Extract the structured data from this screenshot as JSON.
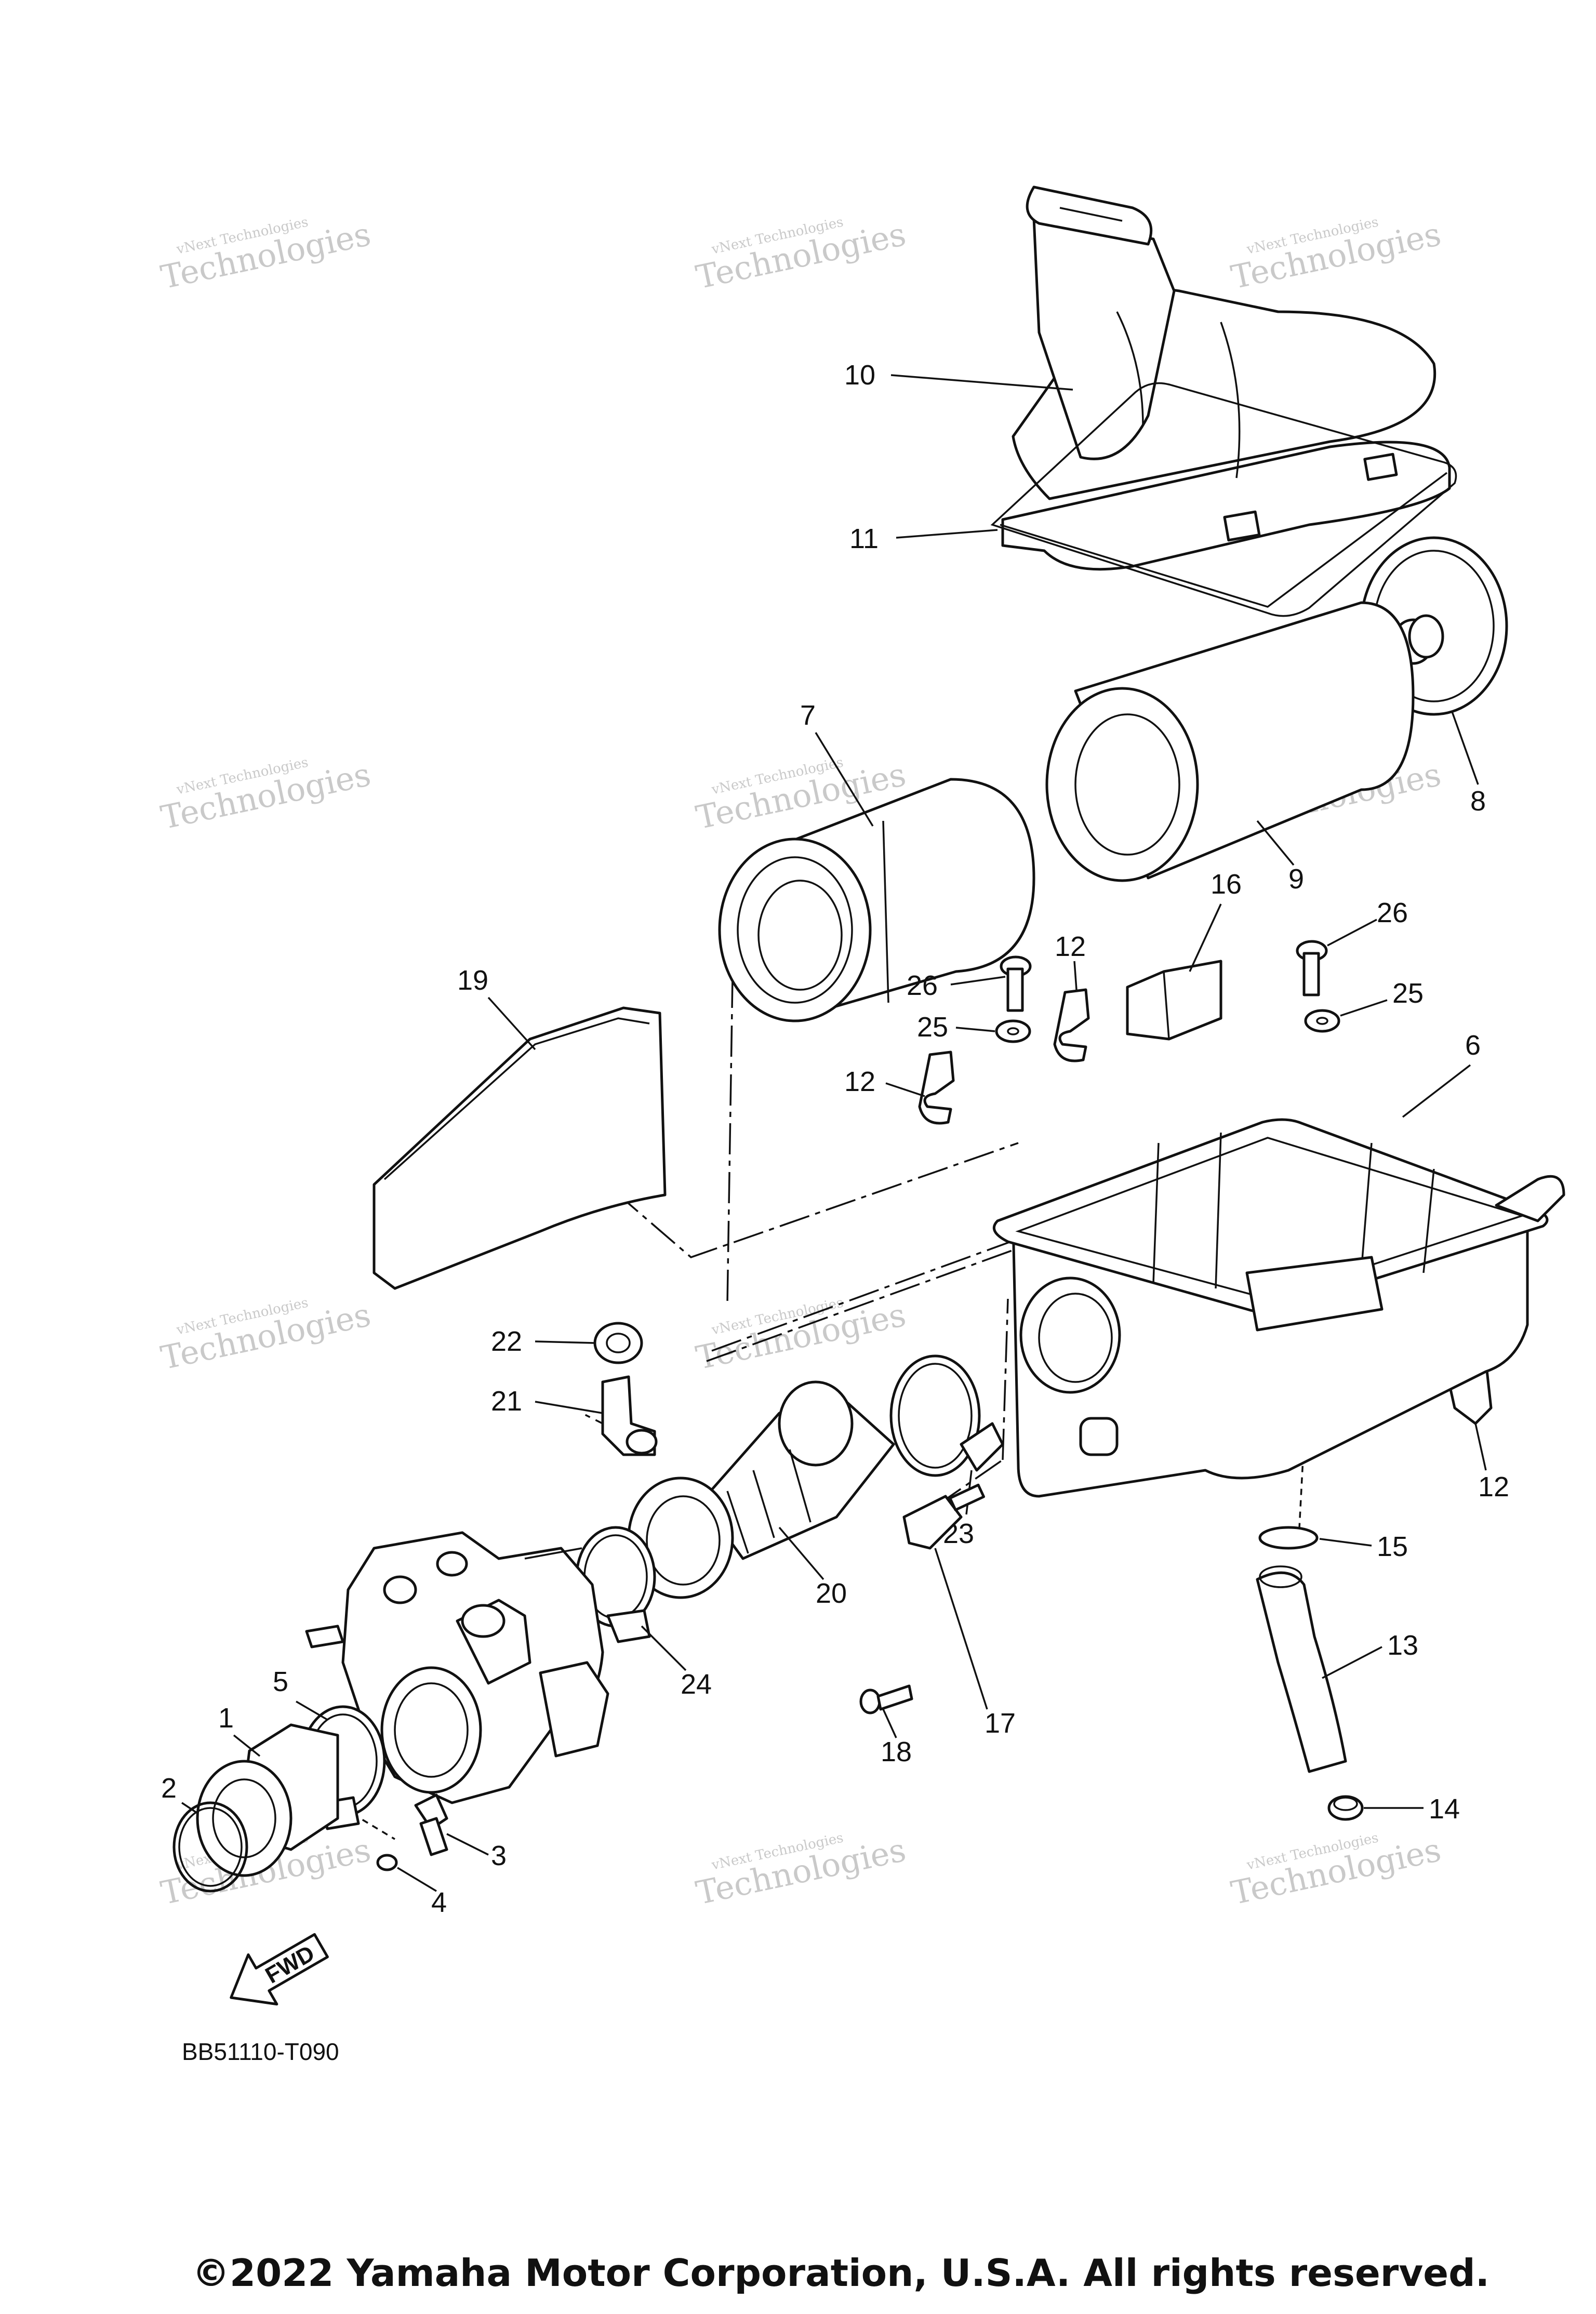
{
  "diagram": {
    "drawing_code": "BB51110-T090",
    "copyright": "©2022 Yamaha Motor Corporation, U.S.A. All rights reserved.",
    "fwd_label": "FWD",
    "watermark": {
      "line1": "vNext Technologies",
      "line2": "Technologies"
    },
    "callouts": [
      "10",
      "11",
      "8",
      "7",
      "9",
      "16",
      "26",
      "26",
      "12",
      "25",
      "25",
      "6",
      "19",
      "12",
      "12",
      "12",
      "22",
      "21",
      "23",
      "15",
      "20",
      "24",
      "17",
      "18",
      "13",
      "5",
      "1",
      "2",
      "3",
      "4",
      "14"
    ]
  }
}
